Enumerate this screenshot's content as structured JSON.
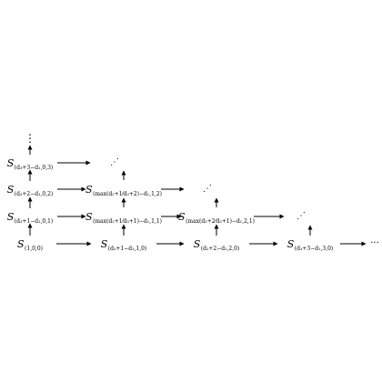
{
  "nodes": {
    "r0c0": {
      "base": "S",
      "sub": "(1,0,0)"
    },
    "r0c1": {
      "base": "S",
      "sub": "(d₂+1−d₁,1,0)"
    },
    "r0c2": {
      "base": "S",
      "sub": "(d₂+2−d₁,2,0)"
    },
    "r0c3": {
      "base": "S",
      "sub": "(d₂+3−d₁,3,0)"
    },
    "r1c0": {
      "base": "S",
      "sub": "(d₃+1−d₁,0,1)"
    },
    "r1c1": {
      "base": "S",
      "sub": "(max(d₂+1⁄d₃+1)−d₁,1,1)"
    },
    "r1c2": {
      "base": "S",
      "sub": "(max(d₂+2⁄d₃+1)−d₁,2,1)"
    },
    "r2c0": {
      "base": "S",
      "sub": "(d₃+2−d₁,0,2)"
    },
    "r2c1": {
      "base": "S",
      "sub": "(max(d₂+1⁄d₃+2)−d₁,1,2)"
    },
    "r3c0": {
      "base": "S",
      "sub": "(d₃+3−d₁,0,3)"
    }
  },
  "symbols": {
    "vdots": "⋮",
    "ddots": "⋰",
    "hdots": "···"
  }
}
